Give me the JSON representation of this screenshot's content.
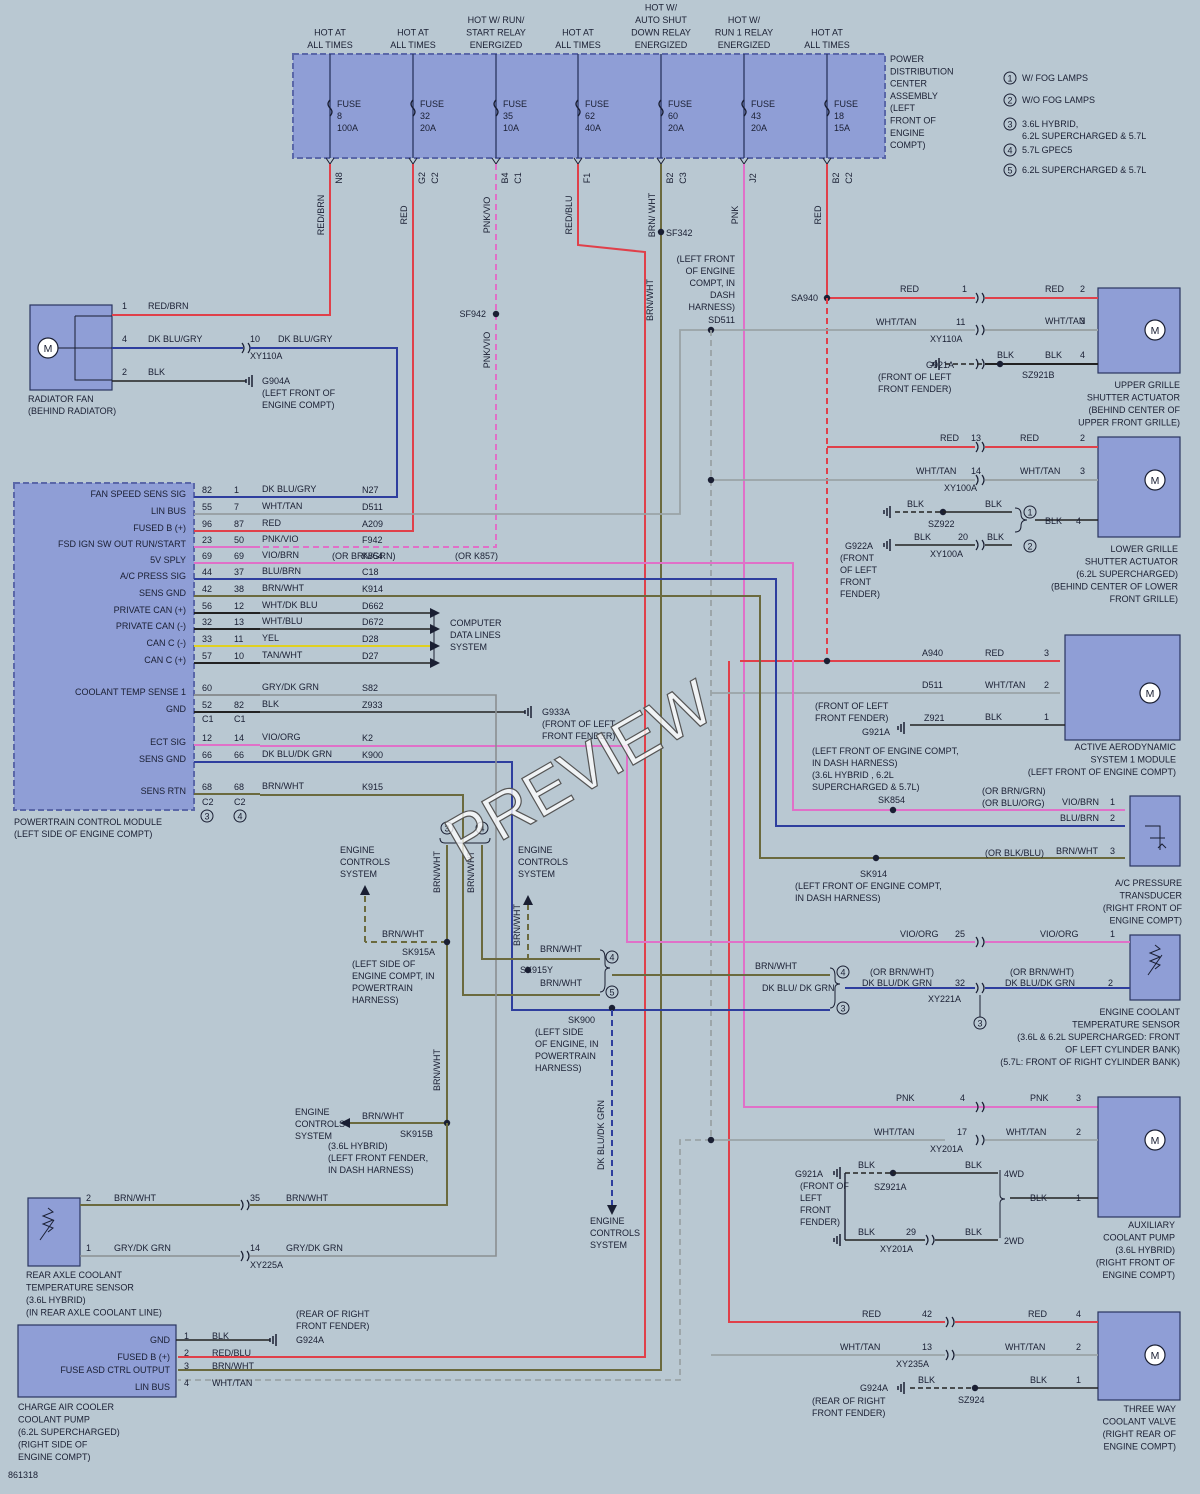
{
  "fuse_header": [
    {
      "label": [
        "HOT AT",
        "ALL TIMES"
      ],
      "fuse": "FUSE",
      "num": "8",
      "amp": "100A",
      "pin": "N8",
      "wire": "RED/BRN"
    },
    {
      "label": [
        "HOT AT",
        "ALL TIMES"
      ],
      "fuse": "FUSE",
      "num": "32",
      "amp": "20A",
      "pin": "G2",
      "conn": "C2",
      "wire": "RED"
    },
    {
      "label": [
        "HOT W/ RUN/",
        "START RELAY",
        "ENERGIZED"
      ],
      "fuse": "FUSE",
      "num": "35",
      "amp": "10A",
      "pin": "B4",
      "conn": "C1",
      "wire": "PNK/VIO"
    },
    {
      "label": [
        "HOT AT",
        "ALL TIMES"
      ],
      "fuse": "FUSE",
      "num": "62",
      "amp": "40A",
      "pin": "F1",
      "wire": "RED/BLU"
    },
    {
      "label": [
        "HOT W/",
        "AUTO SHUT",
        "DOWN RELAY",
        "ENERGIZED"
      ],
      "fuse": "FUSE",
      "num": "60",
      "amp": "20A",
      "pin": "B2",
      "conn": "C3",
      "wire": "BRN/ WHT"
    },
    {
      "label": [
        "HOT W/",
        "RUN 1 RELAY",
        "ENERGIZED"
      ],
      "fuse": "FUSE",
      "num": "43",
      "amp": "20A",
      "pin": "J2",
      "wire": "PNK"
    },
    {
      "label": [
        "HOT AT",
        "ALL TIMES"
      ],
      "fuse": "FUSE",
      "num": "18",
      "amp": "15A",
      "pin": "B2",
      "conn": "C2",
      "wire": "RED"
    }
  ],
  "pdc_label": [
    "POWER",
    "DISTRIBUTION",
    "CENTER",
    "ASSEMBLY",
    "(LEFT",
    "FRONT OF",
    "ENGINE",
    "COMPT)"
  ],
  "legend": [
    {
      "num": "1",
      "text": [
        "W/ FOG LAMPS"
      ]
    },
    {
      "num": "2",
      "text": [
        "W/O FOG LAMPS"
      ]
    },
    {
      "num": "3",
      "text": [
        "3.6L HYBRID,",
        "6.2L SUPERCHARGED & 5.7L"
      ]
    },
    {
      "num": "4",
      "text": [
        "5.7L GPEC5"
      ]
    },
    {
      "num": "5",
      "text": [
        "6.2L SUPERCHARGED & 5.7L"
      ]
    }
  ],
  "radiator_fan": {
    "label": [
      "RADIATOR FAN",
      "(BEHIND RADIATOR)"
    ],
    "pins": [
      {
        "pin": "1",
        "wire": "RED/BRN"
      },
      {
        "pin": "4",
        "wire": "DK BLU/GRY"
      },
      {
        "pin": "2",
        "wire": "BLK"
      }
    ],
    "conn_pin": "10",
    "conn_wire": "DK BLU/GRY",
    "conn": "XY110A",
    "ground": "G904A",
    "ground_note": [
      "(LEFT FRONT OF",
      "ENGINE COMPT)"
    ]
  },
  "pcm": {
    "label": [
      "POWERTRAIN CONTROL MODULE",
      "(LEFT SIDE OF ENGINE COMPT)"
    ],
    "rows": [
      {
        "name": "FAN SPEED SENS SIG",
        "p1": "82",
        "p2": "1",
        "wire": "DK BLU/GRY",
        "circuit": "N27"
      },
      {
        "name": "LIN BUS",
        "p1": "55",
        "p2": "7",
        "wire": "WHT/TAN",
        "circuit": "D511"
      },
      {
        "name": "FUSED B (+)",
        "p1": "96",
        "p2": "87",
        "wire": "RED",
        "circuit": "A209"
      },
      {
        "name": "FSD IGN SW OUT RUN/START",
        "p1": "23",
        "p2": "50",
        "wire": "PNK/VIO",
        "circuit": "F942"
      },
      {
        "name": "5V SPLY",
        "p1": "69",
        "p2": "69",
        "wire": "VIO/BRN",
        "circuit": "K854",
        "note": "(OR BRN/GRN)",
        "note2": "(OR K857)"
      },
      {
        "name": "A/C PRESS SIG",
        "p1": "44",
        "p2": "37",
        "wire": "BLU/BRN",
        "circuit": "C18"
      },
      {
        "name": "SENS GND",
        "p1": "42",
        "p2": "38",
        "wire": "BRN/WHT",
        "circuit": "K914"
      },
      {
        "name": "PRIVATE CAN (+)",
        "p1": "56",
        "p2": "12",
        "wire": "WHT/DK BLU",
        "circuit": "D662"
      },
      {
        "name": "PRIVATE CAN (-)",
        "p1": "32",
        "p2": "13",
        "wire": "WHT/BLU",
        "circuit": "D672"
      },
      {
        "name": "CAN C (-)",
        "p1": "33",
        "p2": "11",
        "wire": "YEL",
        "circuit": "D28"
      },
      {
        "name": "CAN C (+)",
        "p1": "57",
        "p2": "10",
        "wire": "TAN/WHT",
        "circuit": "D27"
      },
      {
        "name": "COOLANT TEMP SENSE 1",
        "p1": "60",
        "p2": "",
        "wire": "GRY/DK GRN",
        "circuit": "S82"
      },
      {
        "name": "GND",
        "p1": "52",
        "p2": "82",
        "wire": "BLK",
        "circuit": "Z933"
      },
      {
        "name": "ECT SIG",
        "p1": "12",
        "p2": "14",
        "wire": "VIO/ORG",
        "circuit": "K2"
      },
      {
        "name": "SENS GND",
        "p1": "66",
        "p2": "66",
        "wire": "DK BLU/DK GRN",
        "circuit": "K900"
      },
      {
        "name": "SENS RTN",
        "p1": "68",
        "p2": "68",
        "wire": "BRN/WHT",
        "circuit": "K915"
      }
    ],
    "c1": "C1",
    "c2": "C2",
    "opt_a": "3",
    "opt_b": "4"
  },
  "computer_data": [
    "COMPUTER",
    "DATA LINES",
    "SYSTEM"
  ],
  "g933a": {
    "name": "G933A",
    "note": [
      "(FRONT OF LEFT",
      "FRONT FENDER)"
    ]
  },
  "upper_grille": {
    "label": [
      "UPPER GRILLE",
      "SHUTTER ACTUATOR",
      "(BEHIND CENTER OF",
      "UPPER FRONT GRILLE)"
    ],
    "splice": "SA940",
    "rows": [
      {
        "wl": "RED",
        "cp": "1",
        "wr": "RED",
        "pin": "2"
      },
      {
        "wl": "WHT/TAN",
        "cp": "11",
        "wr": "WHT/TAN",
        "pin": "3",
        "conn": "XY110A"
      },
      {
        "wl": "BLK",
        "wr": "BLK",
        "pin": "4"
      }
    ],
    "ground": "G921A",
    "ground_note": [
      "(FRONT OF LEFT",
      "FRONT FENDER)"
    ],
    "sz": "SZ921B"
  },
  "sd511": {
    "name": "SD511",
    "note": [
      "(LEFT FRONT",
      "OF ENGINE",
      "COMPT, IN",
      "DASH",
      "HARNESS)"
    ]
  },
  "sf342": "SF342",
  "sf942": "SF942",
  "lower_grille": {
    "label": [
      "LOWER GRILLE",
      "SHUTTER ACTUATOR",
      "(6.2L SUPERCHARGED)",
      "(BEHIND CENTER OF LOWER",
      "FRONT GRILLE)"
    ],
    "rows": [
      {
        "wl": "RED",
        "cp": "13",
        "wr": "RED",
        "pin": "2"
      },
      {
        "wl": "WHT/TAN",
        "cp": "14",
        "wr": "WHT/TAN",
        "pin": "3",
        "conn": "XY100A"
      },
      {
        "wl": "BLK",
        "wr": "BLK",
        "pin": "4"
      }
    ],
    "sz": "SZ922",
    "blk2": "BLK",
    "cp2": "20",
    "blk3": "BLK",
    "conn2": "XY100A",
    "ground": "G922A",
    "ground_note": [
      "(FRONT",
      "OF LEFT",
      "FRONT",
      "FENDER)"
    ],
    "opt1": "1",
    "opt2": "2"
  },
  "active_aero": {
    "label": [
      "ACTIVE AERODYNAMIC",
      "SYSTEM 1 MODULE",
      "(LEFT FRONT OF ENGINE COMPT)"
    ],
    "rows": [
      {
        "circuit": "A940",
        "wire": "RED",
        "pin": "3"
      },
      {
        "circuit": "D511",
        "wire": "WHT/TAN",
        "pin": "2"
      },
      {
        "circuit": "Z921",
        "wire": "BLK",
        "pin": "1"
      }
    ],
    "ground": "G921A",
    "ground_note": [
      "(FRONT OF LEFT",
      "FRONT FENDER)"
    ]
  },
  "sk854": {
    "name": "SK854",
    "note": [
      "(LEFT FRONT OF ENGINE COMPT,",
      "IN DASH HARNESS)",
      "(3.6L HYBRID , 6.2L",
      "SUPERCHARGED & 5.7L)"
    ]
  },
  "ac_pressure": {
    "label": [
      "A/C PRESSURE",
      "TRANSDUCER",
      "(RIGHT FRONT OF",
      "ENGINE COMPT)"
    ],
    "rows": [
      {
        "note": "(OR BRN/GRN)",
        "note2": "(OR BLU/ORG)",
        "wire": "VIO/BRN",
        "pin": "1"
      },
      {
        "wire": "BLU/BRN",
        "pin": "2"
      },
      {
        "note": "(OR BLK/BLU)",
        "wire": "BRN/WHT",
        "pin": "3"
      }
    ]
  },
  "sk914": {
    "name": "SK914",
    "note": [
      "(LEFT FRONT OF ENGINE COMPT,",
      "IN DASH HARNESS)"
    ]
  },
  "engine_ctrl": [
    "ENGINE",
    "CONTROLS",
    "SYSTEM"
  ],
  "sk915a": {
    "name": "SK915A",
    "note": [
      "(LEFT SIDE OF",
      "ENGINE COMPT, IN",
      "POWERTRAIN",
      "HARNESS)"
    ]
  },
  "sk915y": "SK915Y",
  "sk915b": {
    "name": "SK915B",
    "note": [
      "(3.6L HYBRID)",
      "(LEFT FRONT FENDER,",
      "IN DASH HARNESS)"
    ]
  },
  "sk900": {
    "name": "SK900",
    "note": [
      "(LEFT SIDE",
      "OF ENGINE, IN",
      "POWERTRAIN",
      "HARNESS)"
    ]
  },
  "ect_sensor": {
    "label": [
      "ENGINE COOLANT",
      "TEMPERATURE SENSOR",
      "(3.6L & 6.2L SUPERCHARGED: FRONT",
      "OF LEFT CYLINDER BANK)",
      "(5.7L: FRONT OF RIGHT CYLINDER BANK)"
    ],
    "rows": [
      {
        "wl": "VIO/ORG",
        "cp": "25",
        "wr": "VIO/ORG",
        "pin": "1"
      },
      {
        "wl": "DK BLU/DK GRN",
        "note": "(OR BRN/WHT)",
        "cp": "32",
        "wr": "DK BLU/DK GRN",
        "noter": "(OR BRN/WHT)",
        "pin": "2",
        "conn": "XY221A"
      }
    ],
    "opt": "3",
    "a": "4",
    "b": "3",
    "wa": "BRN/WHT",
    "wb": "DK BLU/ DK GRN"
  },
  "aux_pump": {
    "label": [
      "AUXILIARY",
      "COOLANT PUMP",
      "(3.6L HYBRID)",
      "(RIGHT FRONT OF",
      "ENGINE COMPT)"
    ],
    "rows": [
      {
        "wl": "PNK",
        "cp": "4",
        "wr": "PNK",
        "pin": "3"
      },
      {
        "wl": "WHT/TAN",
        "cp": "17",
        "wr": "WHT/TAN",
        "pin": "2",
        "conn": "XY201A"
      },
      {
        "wl": "BLK",
        "wr": "BLK",
        "pin": "1"
      }
    ],
    "ground": "G921A",
    "ground_note": [
      "(FRONT OF",
      "LEFT",
      "FRONT",
      "FENDER)"
    ],
    "sz": "SZ921A",
    "blk2": "BLK",
    "cp2": "29",
    "blk3": "BLK",
    "conn2": "XY201A",
    "wd4": "4WD",
    "wd2": "2WD"
  },
  "rear_axle": {
    "label": [
      "REAR AXLE COOLANT",
      "TEMPERATURE SENSOR",
      "(3.6L HYBRID)",
      "(IN REAR AXLE COOLANT LINE)"
    ],
    "rows": [
      {
        "pin": "2",
        "wire": "BRN/WHT",
        "cp": "35",
        "wr": "BRN/WHT"
      },
      {
        "pin": "1",
        "wire": "GRY/DK GRN",
        "cp": "14",
        "wr": "GRY/DK GRN",
        "conn": "XY225A"
      }
    ]
  },
  "charge_air": {
    "label": [
      "CHARGE AIR COOLER",
      "COOLANT PUMP",
      "(6.2L SUPERCHARGED)",
      "(RIGHT SIDE OF",
      "ENGINE COMPT)"
    ],
    "rows": [
      {
        "name": "GND",
        "pin": "1",
        "wire": "BLK"
      },
      {
        "name": "FUSED B (+)",
        "pin": "2",
        "wire": "RED/BLU"
      },
      {
        "name": "FUSE ASD CTRL OUTPUT",
        "pin": "3",
        "wire": "BRN/WHT"
      },
      {
        "name": "LIN BUS",
        "pin": "4",
        "wire": "WHT/TAN"
      }
    ],
    "ground": "G924A",
    "ground_note": [
      "(REAR OF RIGHT",
      "FRONT FENDER)"
    ]
  },
  "three_way": {
    "label": [
      "THREE WAY",
      "COOLANT VALVE",
      "(RIGHT REAR OF",
      "ENGINE COMPT)"
    ],
    "rows": [
      {
        "wl": "RED",
        "cp": "42",
        "wr": "RED",
        "pin": "4"
      },
      {
        "wl": "WHT/TAN",
        "cp": "13",
        "wr": "WHT/TAN",
        "pin": "2",
        "conn": "XY235A"
      },
      {
        "wl": "BLK",
        "wr": "BLK",
        "pin": "1"
      }
    ],
    "ground": "G924A",
    "ground_note": [
      "(REAR OF RIGHT",
      "FRONT FENDER)"
    ],
    "sz": "SZ924"
  },
  "dk_blu_label": "DK BLU/DK GRN",
  "brn_wht_label": "BRN/WHT",
  "pnk_vio_label": "PNK/VIO",
  "diagram_id": "861318",
  "watermark": "PREVIEW",
  "colors": {
    "red": "#e0404a",
    "pink": "#e070c8",
    "blue": "#2e3e9e",
    "brnwht": "#6b6a3e",
    "whttan": "#9aa3a6",
    "gry": "#8a8f92",
    "yel": "#e0d020",
    "blk": "#222222",
    "box": "#8f9ed6"
  }
}
